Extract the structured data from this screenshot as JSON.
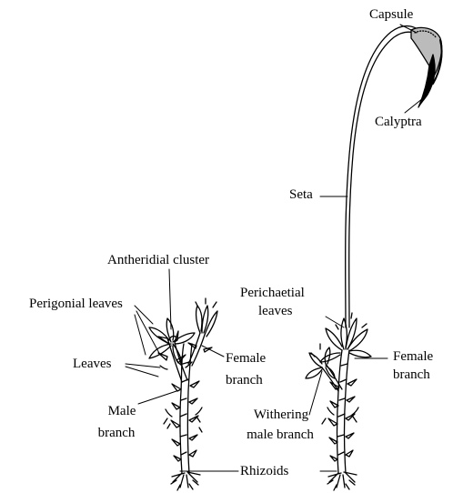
{
  "labels": {
    "capsule": "Capsule",
    "calyptra": "Calyptra",
    "seta": "Seta",
    "antheridial_cluster": "Antheridial cluster",
    "perigonial_leaves": "Perigonial leaves",
    "perichaetial_leaves_1": "Perichaetial",
    "perichaetial_leaves_2": "leaves",
    "leaves": "Leaves",
    "female_branch_left_1": "Female",
    "female_branch_left_2": "branch",
    "female_branch_right_1": "Female",
    "female_branch_right_2": "branch",
    "male_branch_1": "Male",
    "male_branch_2": "branch",
    "withering_male_branch_1": "Withering",
    "withering_male_branch_2": "male branch",
    "rhizoids": "Rhizoids"
  }
}
